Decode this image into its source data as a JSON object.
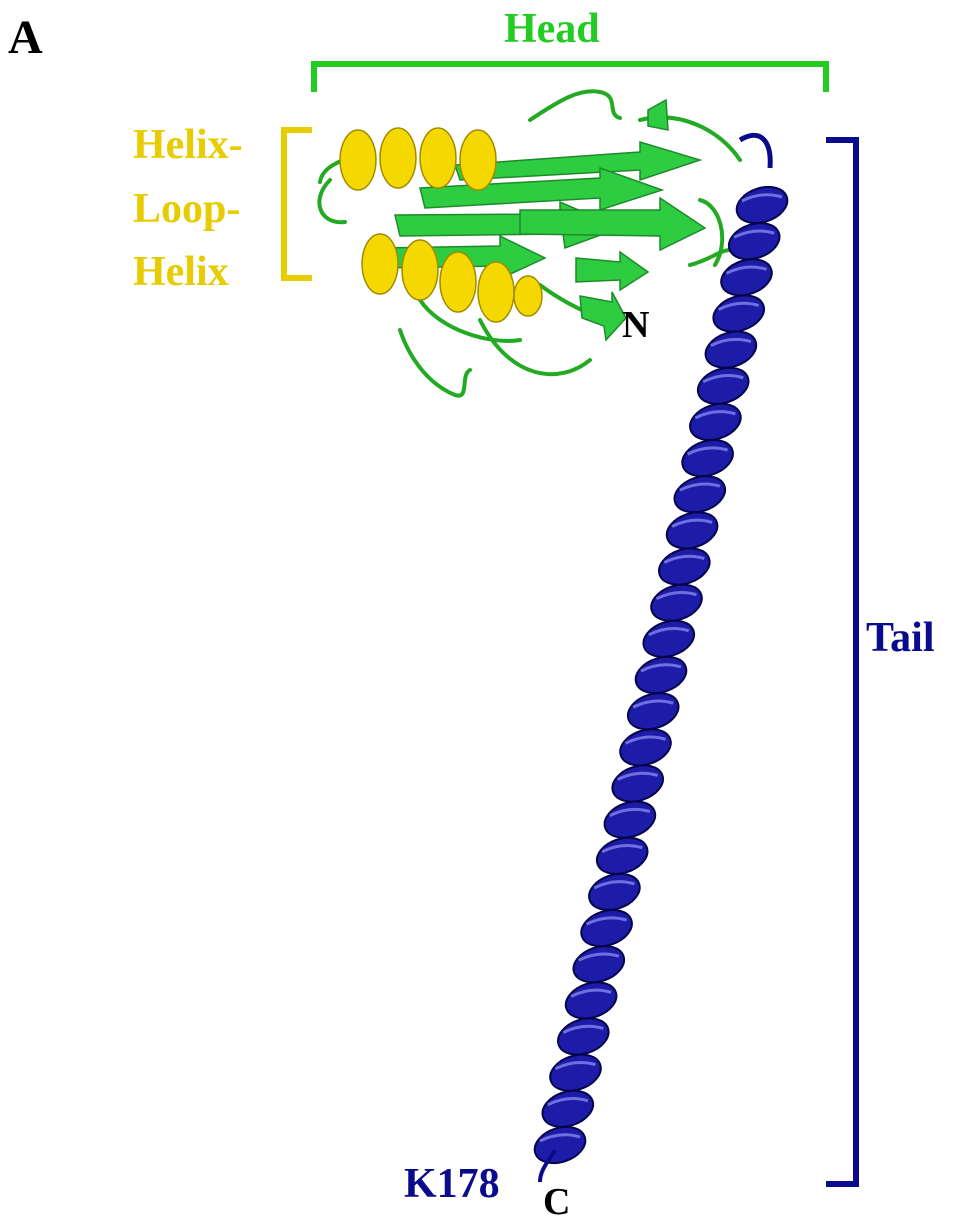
{
  "panel_letter": "A",
  "labels": {
    "head": "Head",
    "helix_loop_helix": [
      "Helix-",
      "Loop-",
      "Helix"
    ],
    "tail": "Tail",
    "n_terminus": "N",
    "c_terminus": "C",
    "residue": "K178"
  },
  "colors": {
    "head": "#22cc22",
    "helix_loop_helix": "#e6cc00",
    "tail": "#0a0a8c",
    "text": "#000000"
  }
}
